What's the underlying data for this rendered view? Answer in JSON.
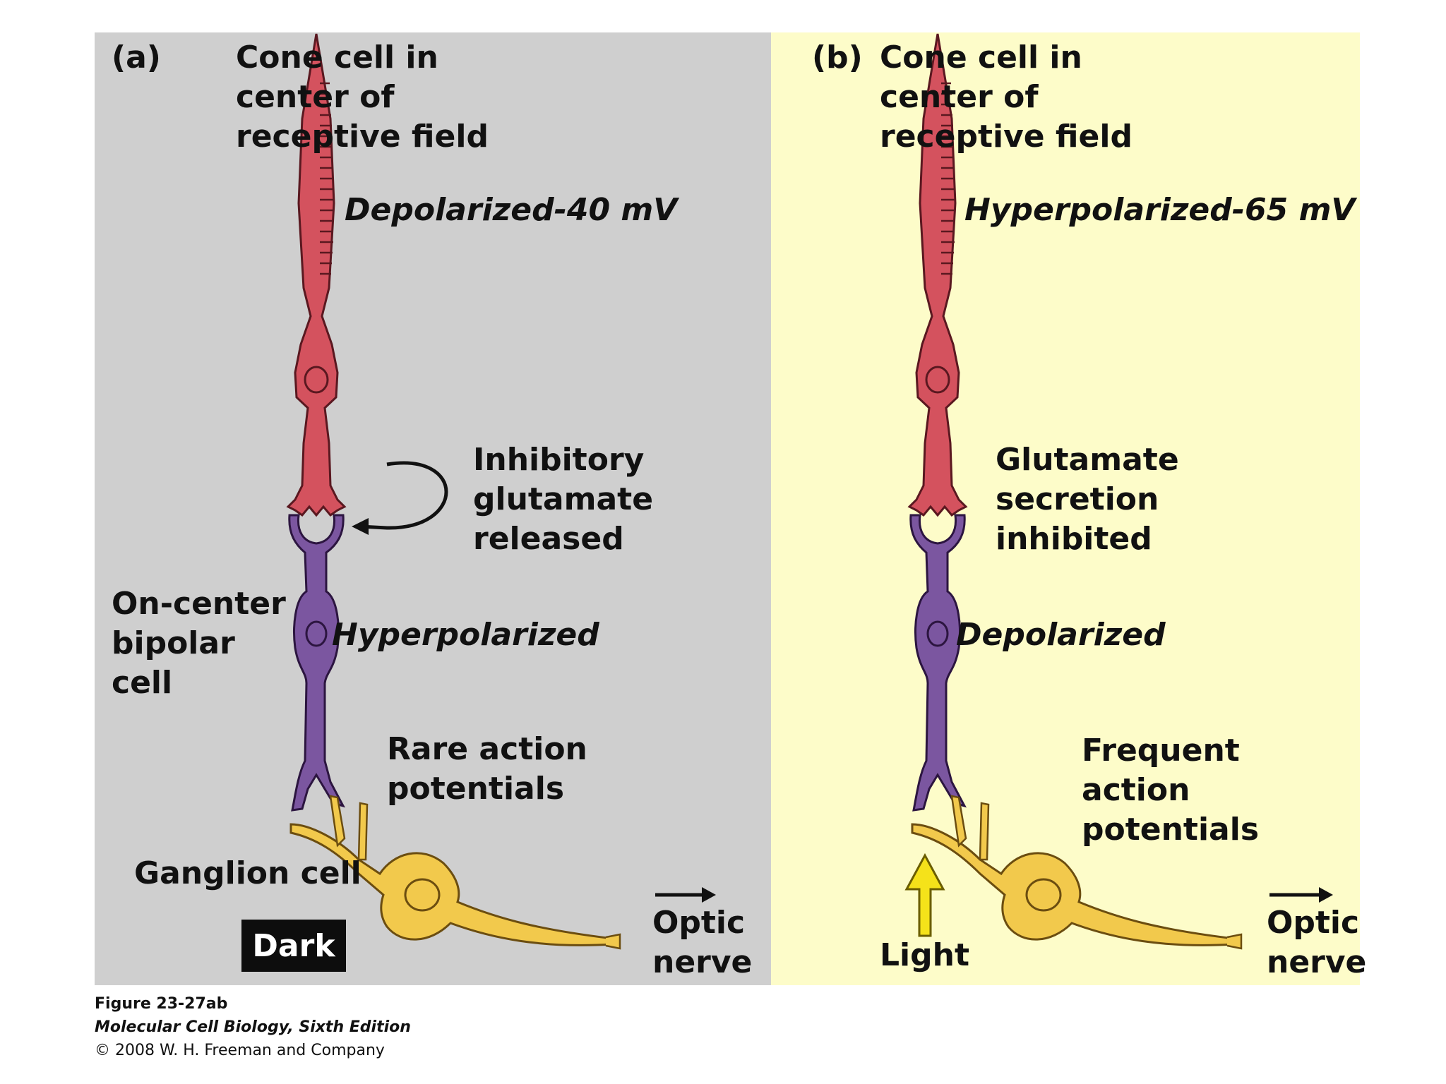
{
  "panel_a": {
    "letter": "(a)",
    "title": "Cone cell in\ncenter of\nreceptive field",
    "cone_state": "Depolarized-40 mV",
    "release_label": "Inhibitory\nglutamate\nreleased",
    "bipolar_label": "On-center\nbipolar\ncell",
    "bipolar_state": "Hyperpolarized",
    "potentials": "Rare action\npotentials",
    "ganglion_label": "Ganglion cell",
    "condition": "Dark",
    "optic": "Optic\nnerve"
  },
  "panel_b": {
    "letter": "(b)",
    "title": "Cone cell in\ncenter of\nreceptive field",
    "cone_state": "Hyperpolarized-65 mV",
    "release_label": "Glutamate\nsecretion\ninhibited",
    "bipolar_state": "Depolarized",
    "potentials": "Frequent\naction\npotentials",
    "condition": "Light",
    "optic": "Optic\nnerve"
  },
  "caption": {
    "figure": "Figure 23-27ab",
    "book": "Molecular Cell Biology, Sixth Edition",
    "copyright": "© 2008 W. H. Freeman and Company"
  },
  "colors": {
    "panel_a_bg": "#cfcfcf",
    "panel_b_bg": "#fdfcc9",
    "cone": "#d4525e",
    "bipolar": "#7b56a0",
    "ganglion": "#f2c94c",
    "light_arrow": "#f5e21a"
  },
  "icons": [
    "curved-arrow-icon",
    "right-arrow-icon",
    "up-arrow-icon"
  ]
}
